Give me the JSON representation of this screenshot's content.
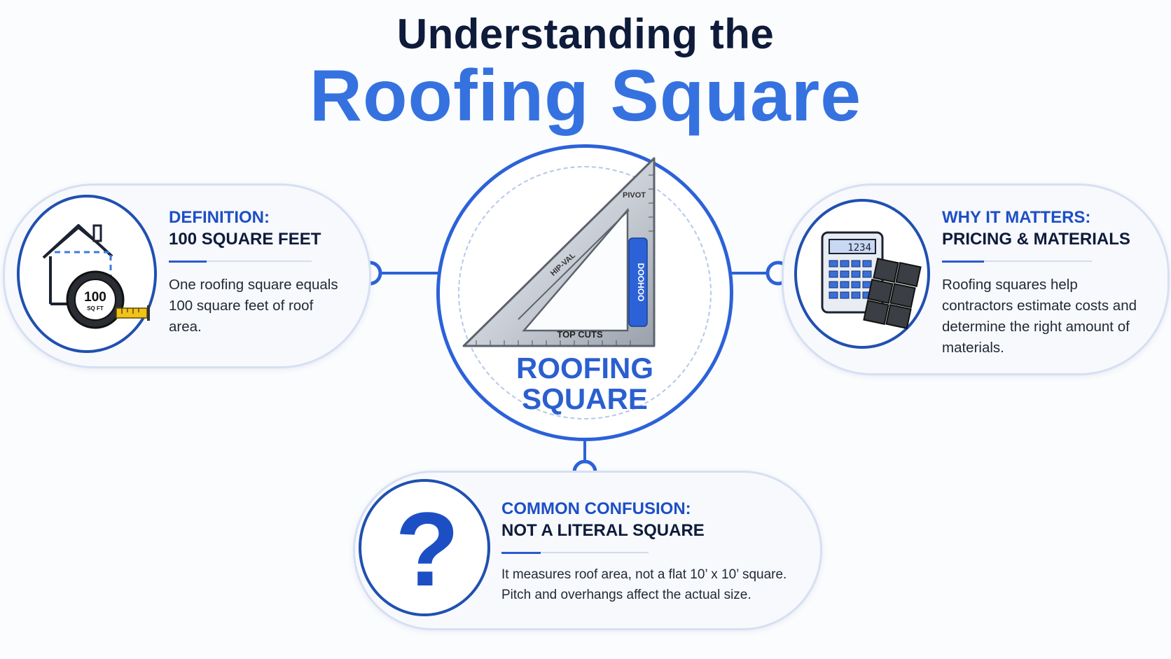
{
  "header": {
    "title_line1": "Understanding the",
    "title_line2": "Roofing Square"
  },
  "center": {
    "label_line1": "ROOFING",
    "label_line2": "SQUARE",
    "tool": {
      "pivot_text": "PIVOT",
      "hip_val_text": "HIP-VAL",
      "top_cuts_text": "TOP CUTS",
      "side_text": "DOOHOO"
    }
  },
  "cards": {
    "definition": {
      "kicker": "DEFINITION:",
      "heading": "100 SQUARE FEET",
      "body": "One roofing square equals 100 square feet of roof area.",
      "icon": {
        "name": "house-tape-measure-icon",
        "tape_value": "100",
        "tape_unit": "SQ FT"
      }
    },
    "why": {
      "kicker": "WHY IT MATTERS:",
      "heading": "PRICING & MATERIALS",
      "body": "Roofing squares help contractors estimate costs and determine the right amount of materials.",
      "icon": {
        "name": "calculator-shingles-icon",
        "display_value": "1234"
      }
    },
    "confusion": {
      "kicker": "COMMON CONFUSION:",
      "heading": "NOT A LITERAL SQUARE",
      "body_line1": "It measures roof area, not a flat 10’ x 10’ square.",
      "body_line2": "Pitch and overhangs affect the actual size.",
      "icon": {
        "name": "question-mark-icon",
        "symbol": "?"
      }
    }
  },
  "colors": {
    "accent_blue": "#3572e0",
    "deep_blue": "#1d4fc4",
    "navy": "#0e1b3a",
    "pill_border": "#d6e0f2"
  }
}
